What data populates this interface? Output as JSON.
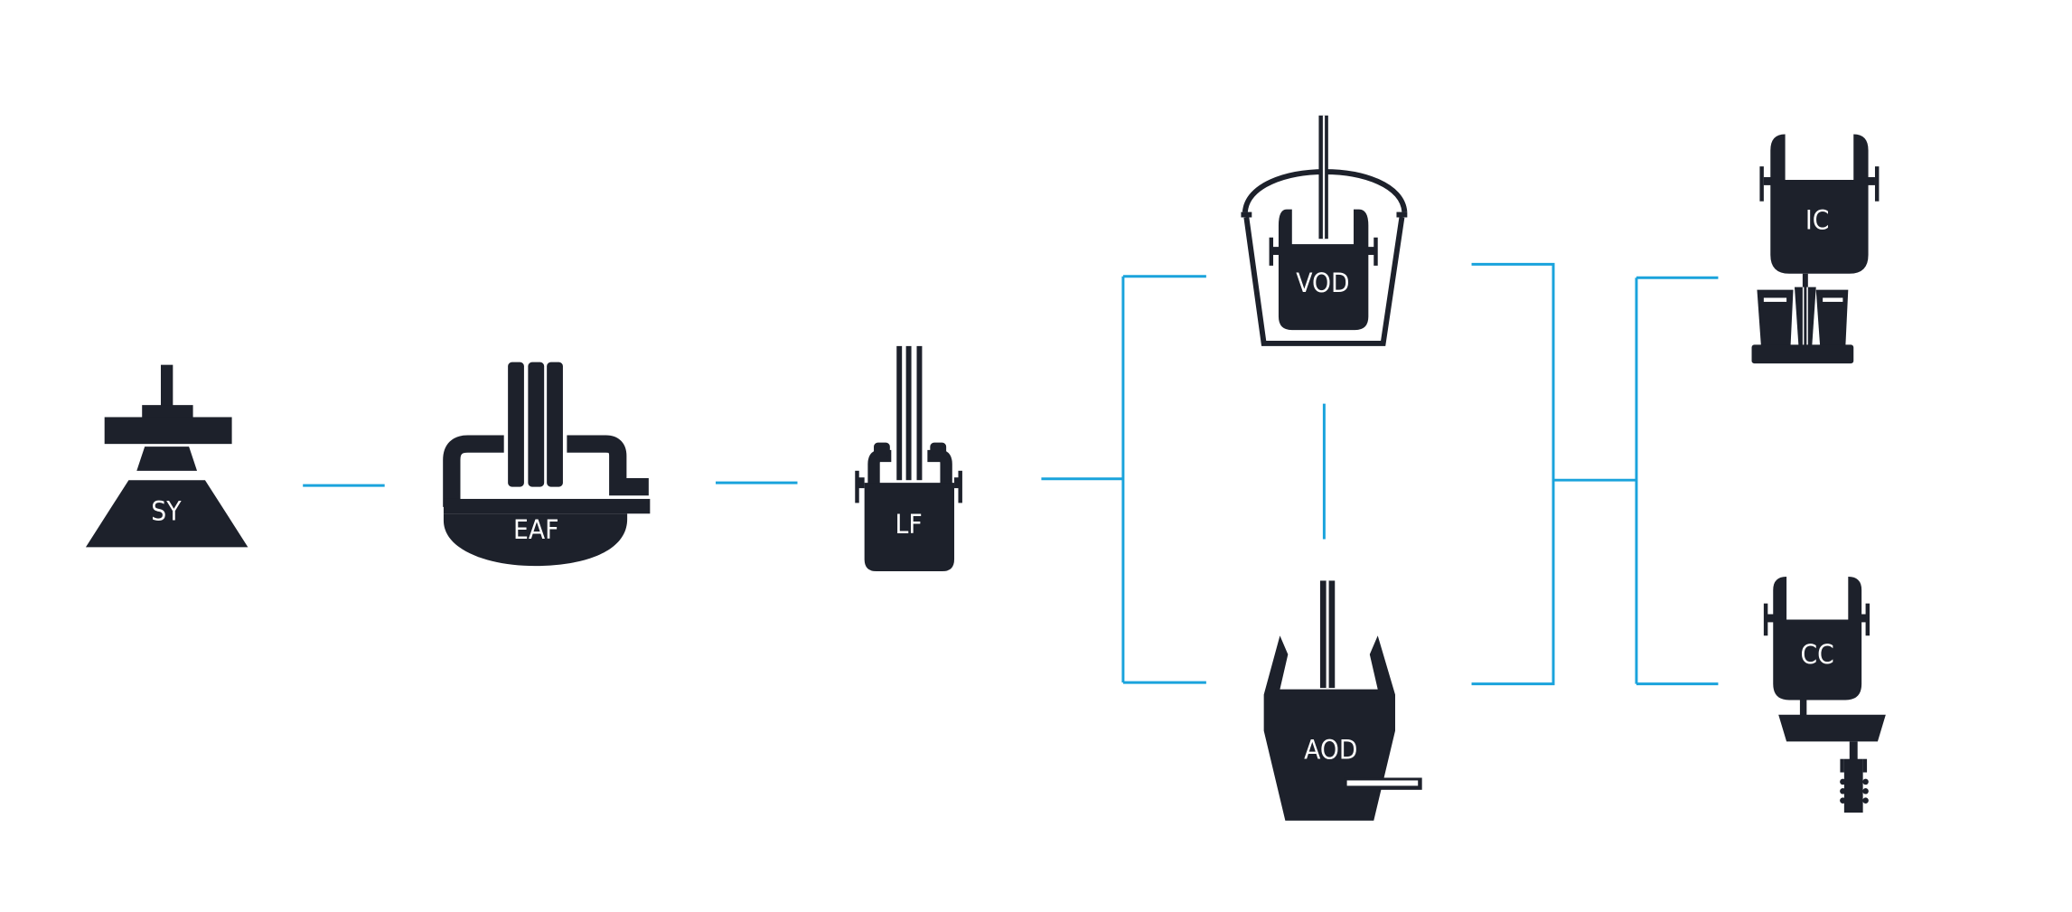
{
  "diagram": {
    "colors": {
      "equipment": "#1d212b",
      "connector": "#1aa3dc",
      "label": "#ffffff",
      "background": "#ffffff"
    },
    "nodes": {
      "sy": {
        "label": "SY",
        "icon": "scrap-yard-icon"
      },
      "eaf": {
        "label": "EAF",
        "icon": "electric-arc-furnace-icon"
      },
      "lf": {
        "label": "LF",
        "icon": "ladle-furnace-icon"
      },
      "vod": {
        "label": "VOD",
        "icon": "vacuum-oxygen-decarburization-icon"
      },
      "aod": {
        "label": "AOD",
        "icon": "argon-oxygen-decarburization-icon"
      },
      "ic": {
        "label": "IC",
        "icon": "ingot-casting-icon"
      },
      "cc": {
        "label": "CC",
        "icon": "continuous-casting-icon"
      }
    },
    "edges": [
      {
        "from": "SY",
        "to": "EAF"
      },
      {
        "from": "EAF",
        "to": "LF"
      },
      {
        "from": "LF",
        "to": "VOD"
      },
      {
        "from": "LF",
        "to": "AOD"
      },
      {
        "from": "VOD",
        "to": "AOD"
      },
      {
        "from": "VOD",
        "to": "IC"
      },
      {
        "from": "VOD",
        "to": "CC"
      },
      {
        "from": "AOD",
        "to": "IC"
      },
      {
        "from": "AOD",
        "to": "CC"
      }
    ]
  }
}
